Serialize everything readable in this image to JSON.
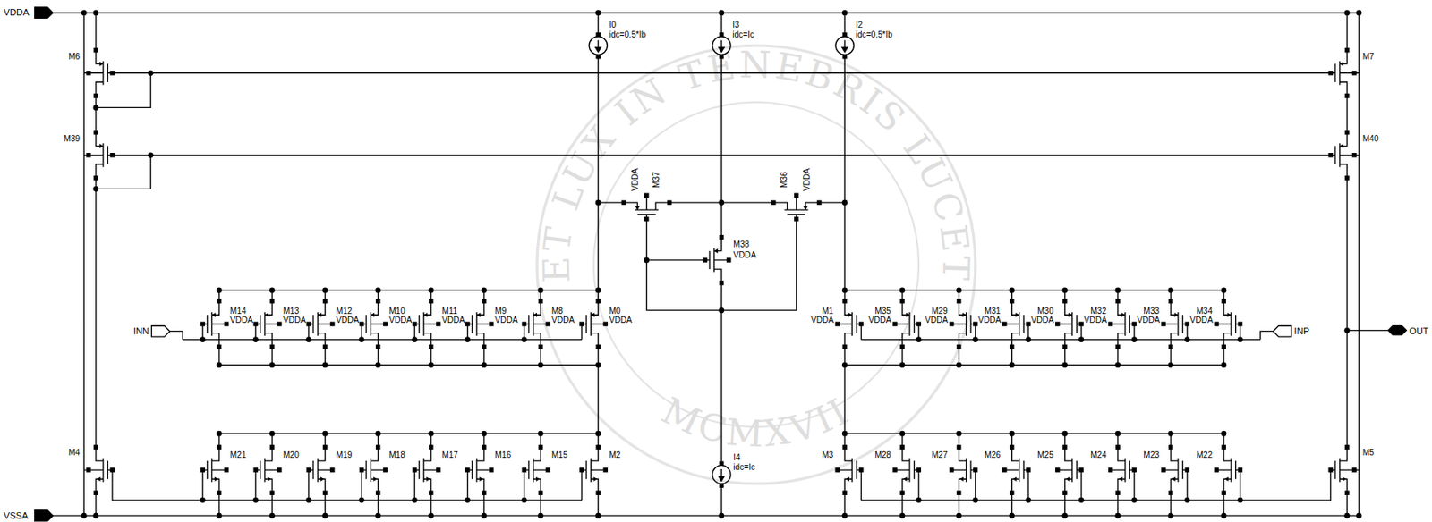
{
  "diagram": {
    "labels": [
      "VDDA",
      "VSSA",
      "I0",
      "idc=0.5*Ib",
      "I3",
      "idc=Ic",
      "I2",
      "idc=0.5*Ib",
      "M6",
      "M7",
      "M39",
      "M40",
      "M37",
      "VDDA",
      "M36",
      "VDDA",
      "M38",
      "VDDA",
      "INN",
      "M14",
      "VDDA",
      "M13",
      "VDDA",
      "M12",
      "VDDA",
      "M10",
      "VDDA",
      "M11",
      "VDDA",
      "M9",
      "VDDA",
      "M8",
      "VDDA",
      "M0",
      "VDDA",
      "M1",
      "VDDA",
      "M35",
      "VDDA",
      "M29",
      "VDDA",
      "M31",
      "VDDA",
      "M30",
      "VDDA",
      "M32",
      "VDDA",
      "M33",
      "VDDA",
      "M34",
      "VDDA",
      "INP",
      "OUT",
      "M4",
      "M21",
      "M20",
      "M19",
      "M18",
      "M17",
      "M16",
      "M15",
      "M2",
      "I4",
      "idc=Ic",
      "M3",
      "M28",
      "M27",
      "M26",
      "M25",
      "M24",
      "M23",
      "M22",
      "M5",
      "ET LUX IN TENEBRIS LUCET",
      "MCMXVII"
    ]
  }
}
